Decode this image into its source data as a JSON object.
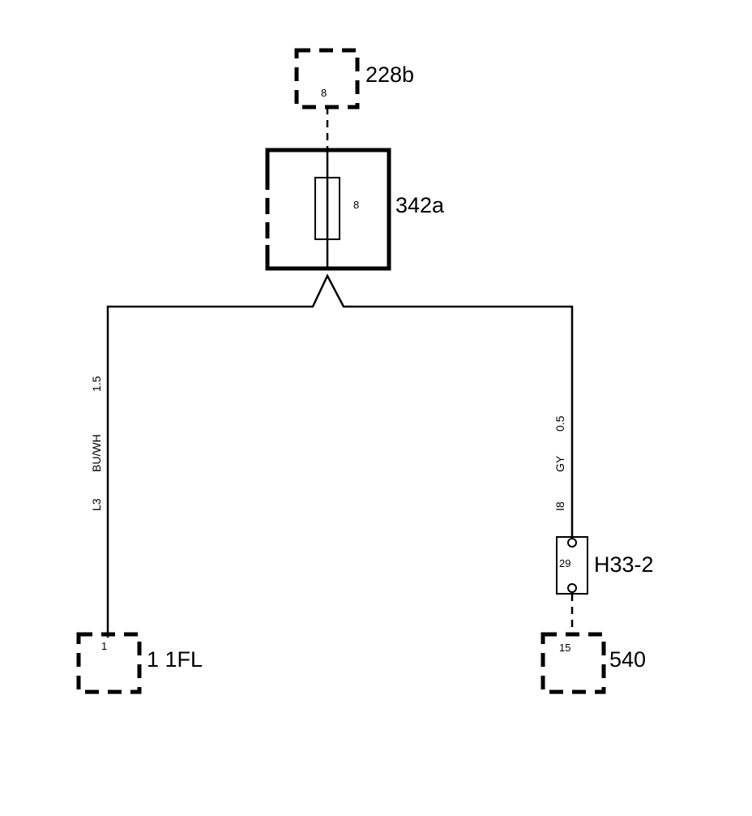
{
  "connectors": {
    "c228b": {
      "name": "228b",
      "pin": "8"
    },
    "c342a": {
      "name": "342a",
      "pin": "8"
    },
    "c11fl": {
      "name": "1 1FL",
      "pin": "1"
    },
    "c540": {
      "name": "540",
      "pin": "15"
    },
    "h33": {
      "name": "H33-2",
      "pin": "29"
    }
  },
  "wires": {
    "left": {
      "circuit": "L3",
      "color": "BU/WH",
      "size": "1.5"
    },
    "right": {
      "circuit": "I8",
      "color": "GY",
      "size": "0.5"
    }
  }
}
